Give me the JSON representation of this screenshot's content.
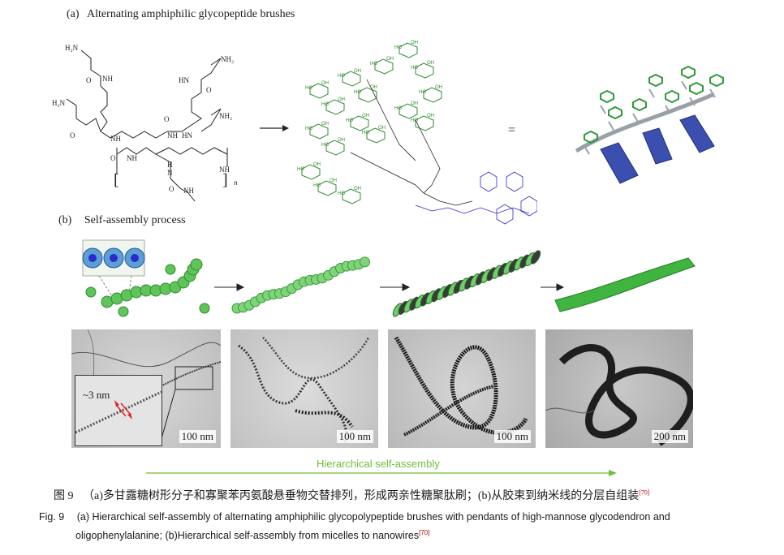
{
  "panel_a": {
    "label": "(a)",
    "title": "Alternating amphiphilic glycopeptide brushes",
    "equals": "="
  },
  "chem": {
    "h2n_1": "H₂N",
    "h2n_2": "H₂N",
    "nh2_1": "NH₂",
    "nh2_2": "NH₂",
    "o": "O",
    "nh": "NH",
    "hn": "HN",
    "h": "H",
    "n": "N",
    "n_sub": "n",
    "ho": "HO",
    "oh": "OH"
  },
  "panel_b": {
    "label": "(b)",
    "title": "Self-assembly process"
  },
  "tem_images": [
    {
      "scale": "100 nm",
      "inset_label": "~3 nm"
    },
    {
      "scale": "100 nm"
    },
    {
      "scale": "100 nm"
    },
    {
      "scale": "200 nm"
    }
  ],
  "hierarchical_label": "Hierarchical self-assembly",
  "caption": {
    "cn_prefix": "图 9",
    "cn_text": "（a)多甘露糖树形分子和寡聚苯丙氨酸悬垂物交替排列，形成两亲性糖聚肽刷；(b)从胶束到纳米线的分层自组装",
    "cn_ref": "[70]",
    "en_prefix": "Fig. 9",
    "en_text_1": "(a) Hierarchical self-assembly of alternating amphiphilic glycopolypeptide brushes with pendants of high-mannose glycodendron and",
    "en_text_2": "oligophenylalanine; (b)Hierarchical self-assembly from micelles to nanowires",
    "en_ref": "[70]"
  },
  "colors": {
    "sugar_green": "#2e8b2e",
    "peptide_blue": "#2a2ad0",
    "block_blue": "#3b4fb0",
    "sphere_green": "#5fc45a",
    "arrow_green": "#6fbf3a",
    "ref_red": "#c00000"
  }
}
